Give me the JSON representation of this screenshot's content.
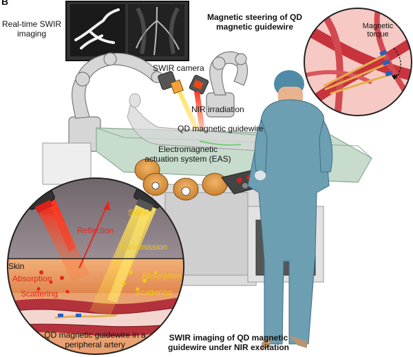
{
  "panel_letter": "B",
  "labels": {
    "realtime_imaging": "Real-time SWIR imaging",
    "steering_title": "Magnetic steering of QD magnetic guidewire",
    "magnetic_torque": "Magnetic torque",
    "swir_camera": "SWIR camera",
    "nir_irradiation": "NIR irradiation",
    "qd_guidewire": "QD magnetic guidewire",
    "eas": "Electromagnetic actuation system (EAS)",
    "nir": "NIR",
    "swir": "SWIR",
    "reflection": "Reflection",
    "transmission": "Transmission",
    "skin": "Skin",
    "absorption_left": "Absorption",
    "absorption_right": "Absorption",
    "scattering_left": "Scattering",
    "scattering_right": "Scattering",
    "inset_caption": "QD magnetic guidewire in a peripheral artery",
    "bottom_title": "SWIR imaging of QD magnetic guidewire under NIR excitation"
  },
  "colors": {
    "nir_red": "#e8261c",
    "swir_yellow": "#f2c61b",
    "scrubs": "#6d9fb3",
    "tissue": "#e9a172",
    "artery": "#b3323c",
    "table_green": "#a9c9b3",
    "robot_gray": "#cfcfcf"
  },
  "icons": [
    "swir-camera-icon",
    "nir-laser-icon",
    "robot-arm-icon",
    "monitor-icon",
    "surgeon-icon",
    "patient-icon",
    "eas-coil-icon"
  ]
}
